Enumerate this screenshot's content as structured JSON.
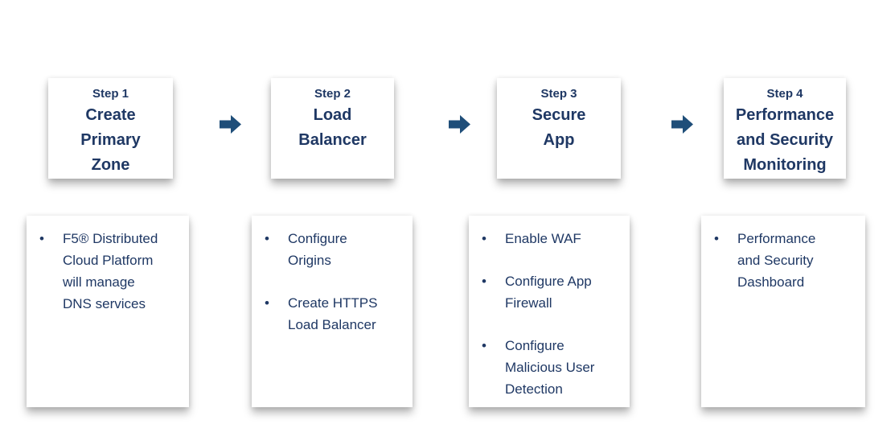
{
  "colors": {
    "text": "#1f3864",
    "arrow": "#1f4e79",
    "card_bg": "#ffffff"
  },
  "steps": [
    {
      "label": "Step 1",
      "title": "Create\nPrimary\nZone",
      "bullets": [
        "F5® Distributed\nCloud Platform\nwill manage\nDNS services"
      ]
    },
    {
      "label": "Step 2",
      "title": "Load\nBalancer",
      "bullets": [
        "Configure\nOrigins",
        "Create HTTPS\nLoad Balancer"
      ]
    },
    {
      "label": "Step 3",
      "title": "Secure\nApp",
      "bullets": [
        "Enable WAF",
        "Configure App\nFirewall",
        "Configure\nMalicious User\nDetection"
      ]
    },
    {
      "label": "Step 4",
      "title": "Performance\nand Security\nMonitoring",
      "bullets": [
        "Performance\nand Security\nDashboard"
      ]
    }
  ],
  "bullet_glyph": "•"
}
